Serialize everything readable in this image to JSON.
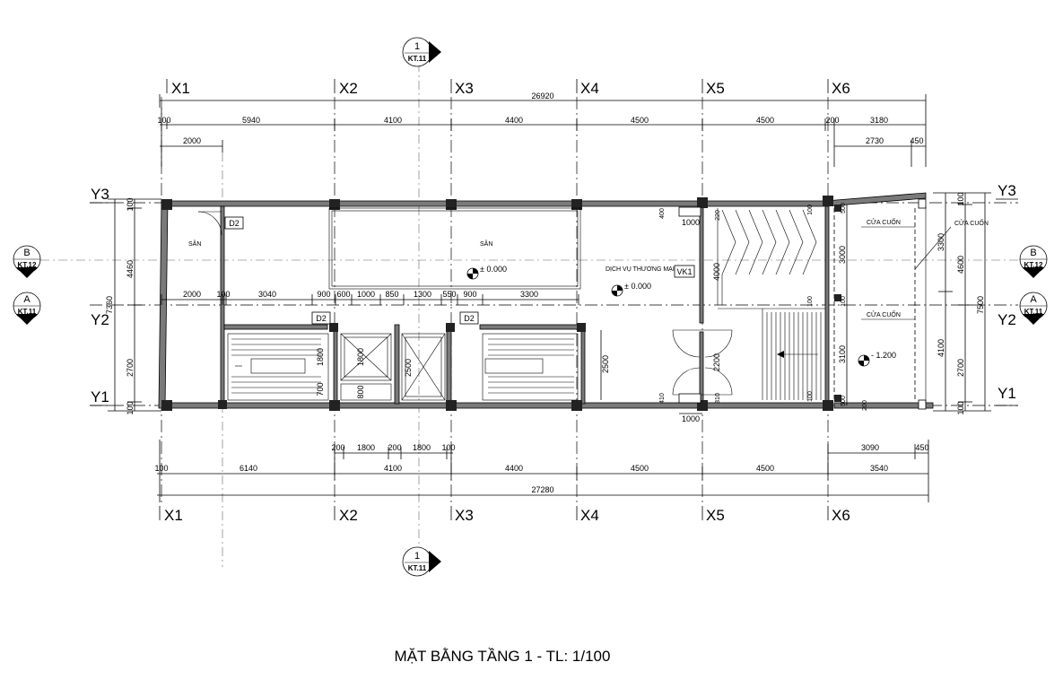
{
  "title": "MẶT BẰNG TẦNG 1 - TL: 1/100",
  "axes_x": [
    "X1",
    "X2",
    "X3",
    "X4",
    "X5",
    "X6"
  ],
  "axes_y": [
    "Y1",
    "Y2",
    "Y3"
  ],
  "section_marker": {
    "num": "1",
    "ref": "KT.11"
  },
  "elev_markers": [
    {
      "letter": "B",
      "ref": "KT.12"
    },
    {
      "letter": "A",
      "ref": "KT.11"
    }
  ],
  "dims_top": {
    "overall": "26920",
    "d100": "100",
    "d5940": "5940",
    "d4100": "4100",
    "d4400": "4400",
    "d4500a": "4500",
    "d4500b": "4500",
    "d200": "200",
    "d3180": "3180",
    "d2000": "2000",
    "d2730": "2730",
    "d450": "450"
  },
  "dims_mid": {
    "d2000": "2000",
    "d100": "100",
    "d3040": "3040",
    "d900a": "900",
    "d600": "600",
    "d1000": "1000",
    "d850": "850",
    "d1300": "1300",
    "d550": "550",
    "d900b": "900",
    "d3300": "3300"
  },
  "dims_bottom": {
    "overall": "27280",
    "d100": "100",
    "d6140": "6140",
    "d4100": "4100",
    "d4400": "4400",
    "d4500a": "4500",
    "d4500b": "4500",
    "d3540": "3540",
    "d200a": "200",
    "d1800a": "1800",
    "d200b": "200",
    "d1800b": "1800",
    "d100b": "100",
    "d3090": "3090",
    "d450": "450"
  },
  "dims_left": {
    "d100t": "100",
    "d4460": "4460",
    "d7360": "7360",
    "d2700": "2700",
    "d100b": "100"
  },
  "dims_right": {
    "d100t": "100",
    "d3300": "3300",
    "d4600": "4600",
    "d7500": "7500",
    "d4100": "4100",
    "d2700": "2700",
    "d100b": "100"
  },
  "dims_right_inner": {
    "d100": "100",
    "d3000": "3000",
    "d3100": "3100",
    "d500t": "500",
    "d500b": "500",
    "d200": "200"
  },
  "dims_room": {
    "d1000t": "1000",
    "d1000b": "1000",
    "d400": "400",
    "d410": "410",
    "d220": "220",
    "d4000": "4000",
    "d2200": "2200",
    "d310": "310",
    "d2500a": "2500",
    "d2500b": "2500",
    "d1800a": "1800",
    "d1800b": "1800",
    "d700": "700",
    "d800": "800",
    "d100s": "100",
    "d100t": "100",
    "d100b": "100"
  },
  "rooms": {
    "san1": "SÂN",
    "san2": "SÂN",
    "dvtm": "DỊCH VỤ THƯƠNG MẠI"
  },
  "tags": {
    "d2a": "D2",
    "d2b": "D2",
    "d2c": "D2",
    "vk1": "VK1"
  },
  "levels": {
    "l1": "± 0.000",
    "l2": "± 0.000",
    "l3": "- 1.200"
  },
  "cua_cuon": [
    "CỬA CUỐN",
    "CỬA CUỐN",
    "CỬA CUỐN"
  ]
}
